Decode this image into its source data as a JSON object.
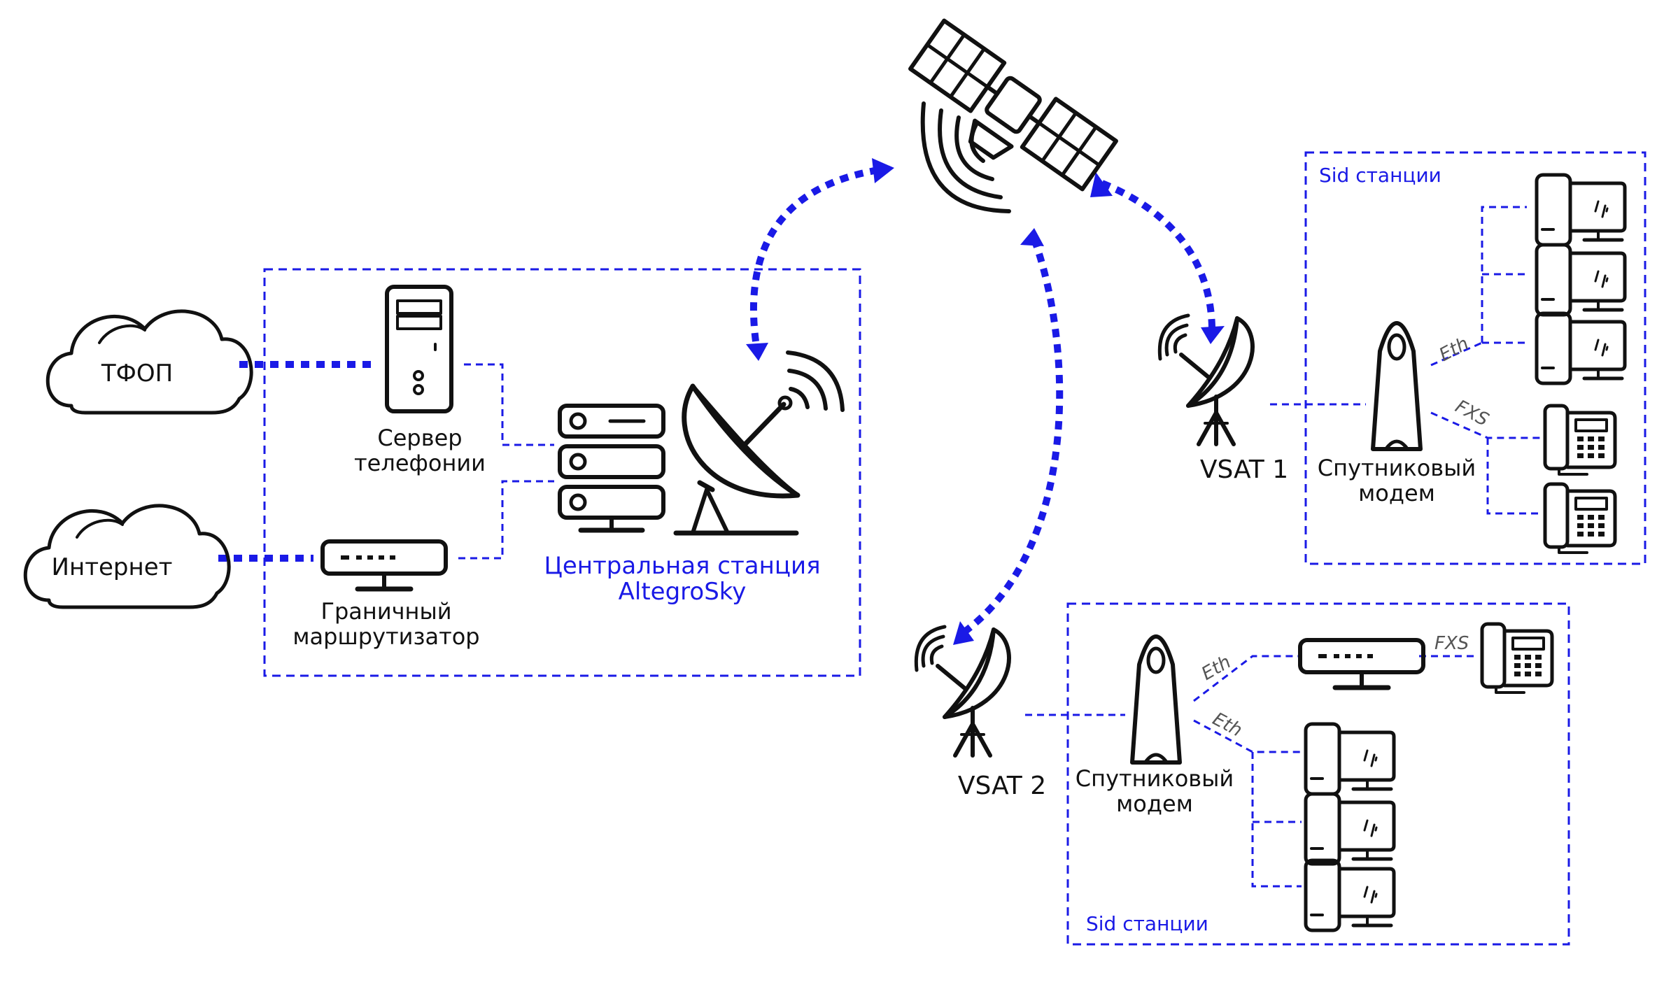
{
  "colors": {
    "accent": "#1a1ae6",
    "ink": "#111111",
    "line_label": "#555555"
  },
  "clouds": {
    "pstn": "ТФОП",
    "internet": "Интернет"
  },
  "central": {
    "server_line1": "Сервер",
    "server_line2": "телефонии",
    "router_line1": "Граничный",
    "router_line2": "маршрутизатор",
    "station_line1": "Центральная станция",
    "station_line2": "AltegroSky"
  },
  "vsat1": {
    "name": "VSAT 1",
    "modem_line1": "Спутниковый",
    "modem_line2": "модем",
    "box_title": "Sid станции",
    "eth": "Eth",
    "fxs": "FXS"
  },
  "vsat2": {
    "name": "VSAT 2",
    "modem_line1": "Спутниковый",
    "modem_line2": "модем",
    "box_title": "Sid станции",
    "eth_top": "Eth",
    "eth_bottom": "Eth",
    "fxs": "FXS"
  },
  "icons": [
    "satellite-icon",
    "cloud-icon",
    "server-tower-icon",
    "router-icon",
    "server-rack-icon",
    "satellite-dish-icon",
    "vsat-antenna-icon",
    "modem-icon",
    "desktop-computer-icon",
    "ip-phone-icon"
  ]
}
